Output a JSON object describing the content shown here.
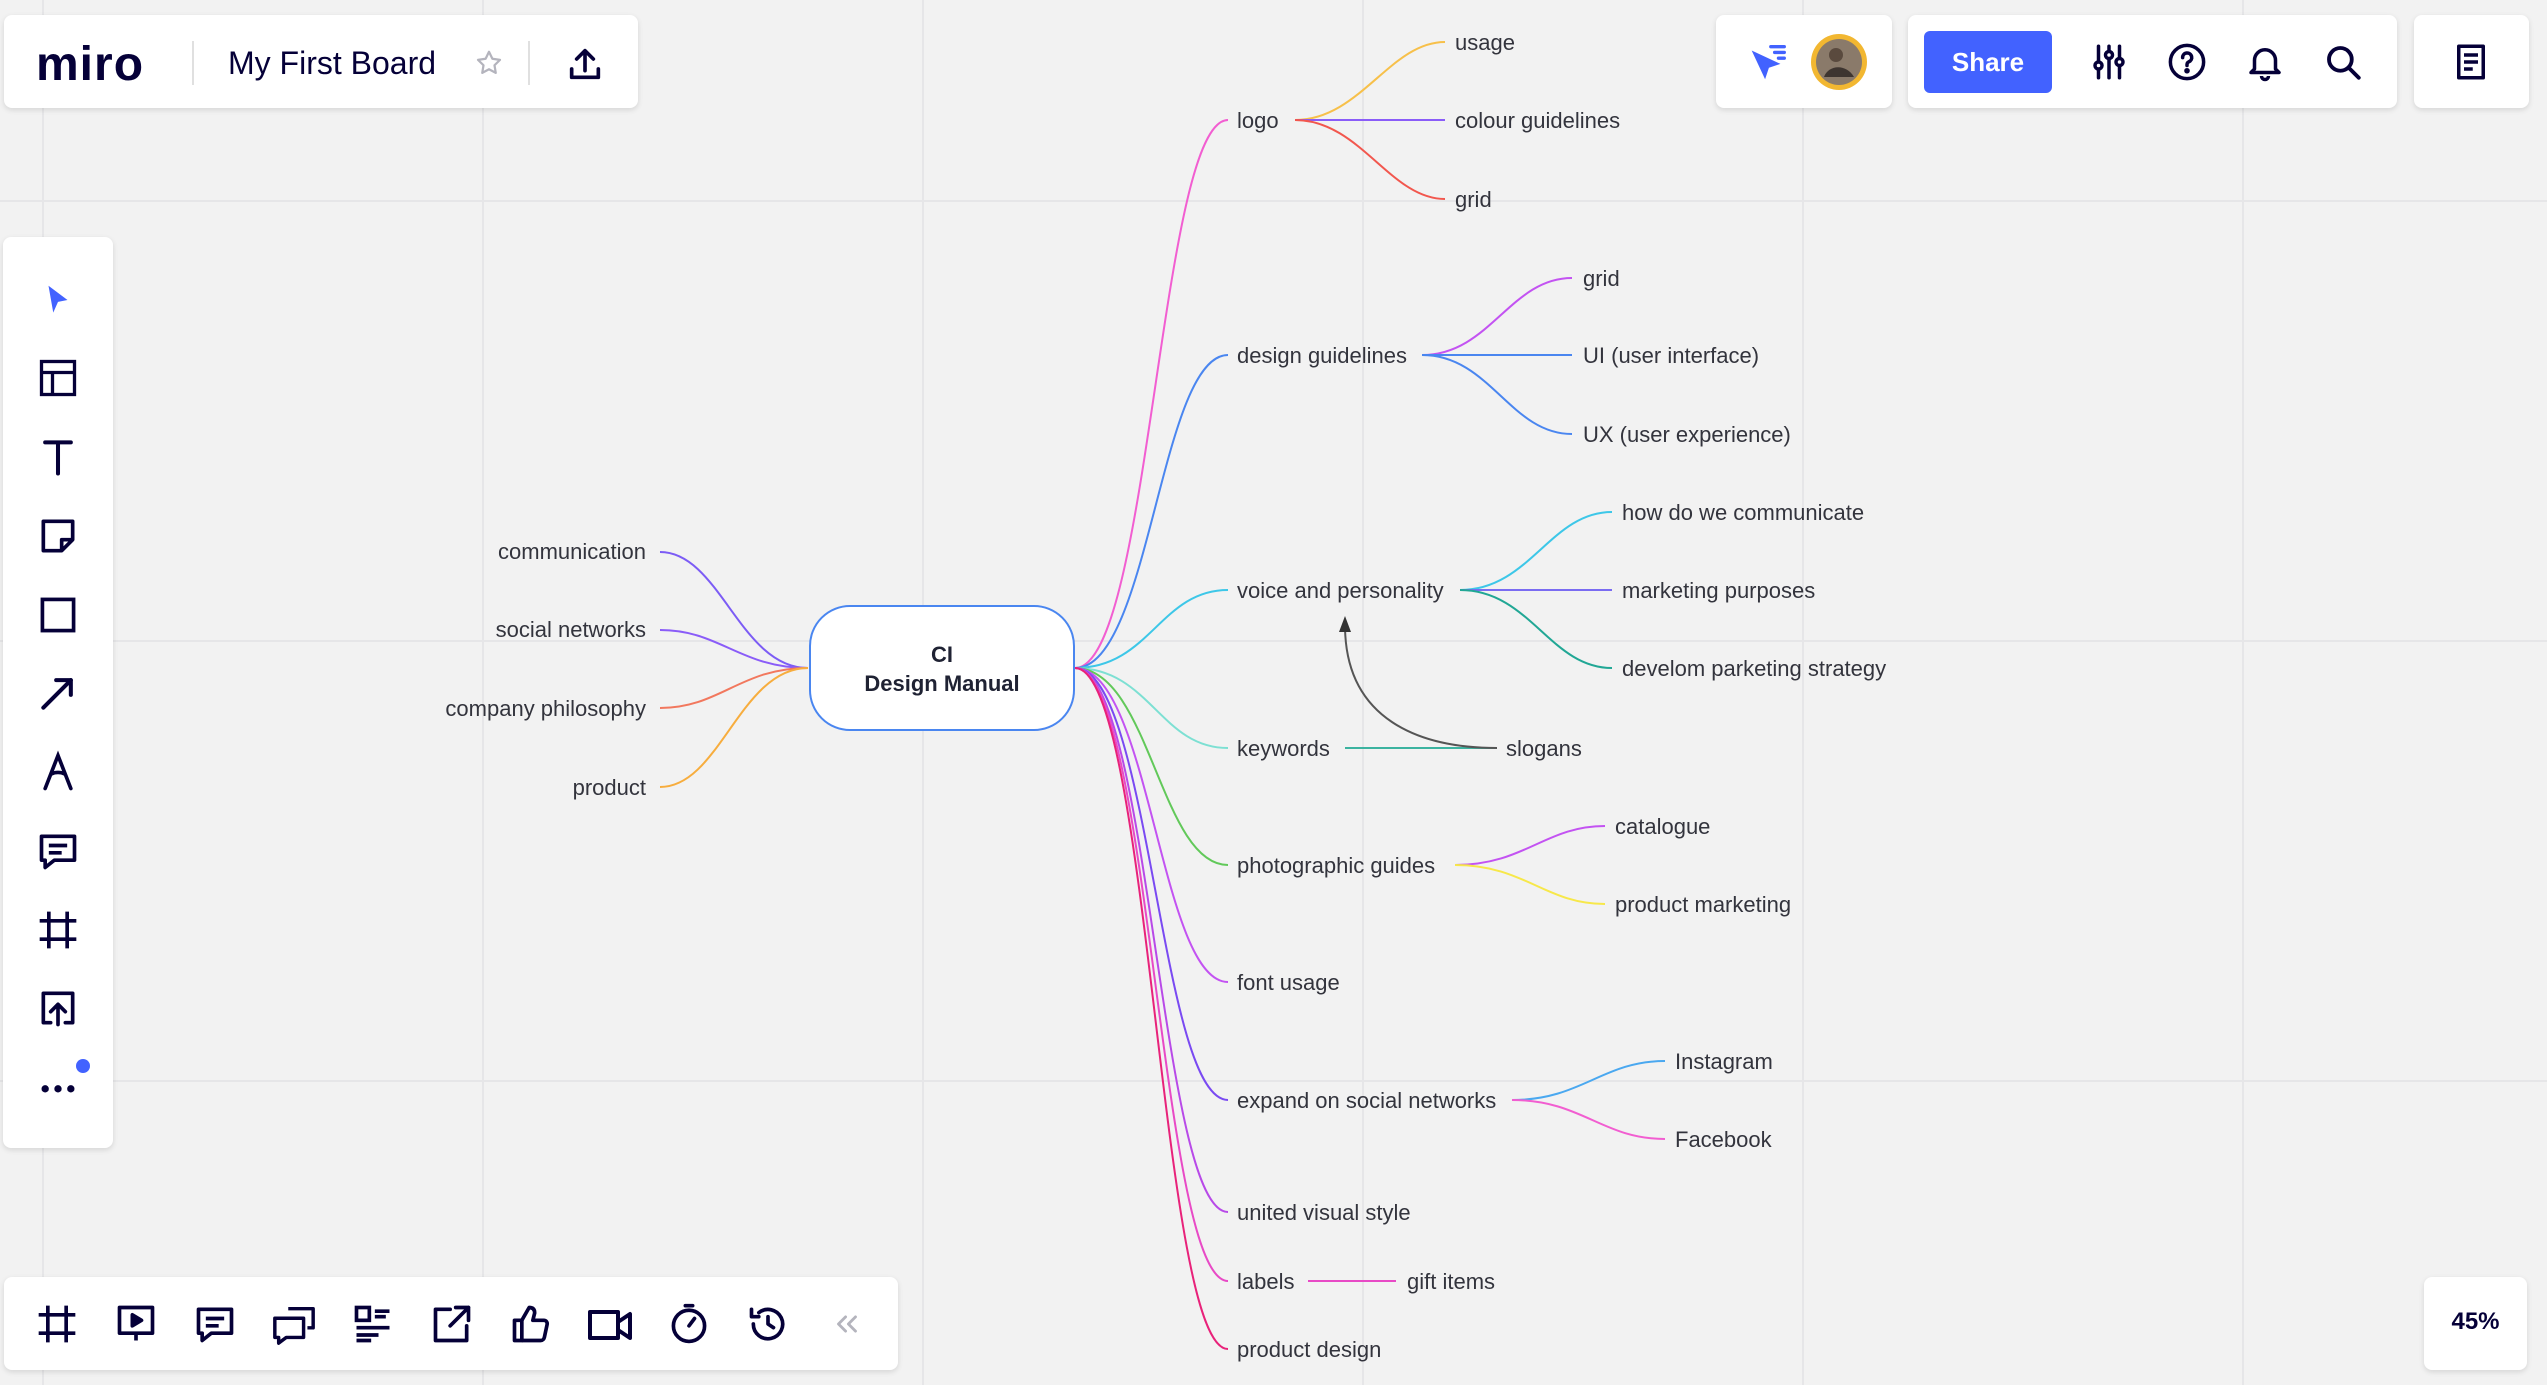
{
  "app": {
    "logo": "miro",
    "board_title": "My First Board"
  },
  "header": {
    "share_label": "Share",
    "icons": [
      "star-icon",
      "export-icon",
      "cursor-filter-icon",
      "avatar",
      "settings-sliders-icon",
      "help-icon",
      "bell-icon",
      "search-icon",
      "notes-icon"
    ]
  },
  "toolbar": {
    "tools": [
      "select-tool",
      "templates-tool",
      "text-tool",
      "sticky-note-tool",
      "shape-tool",
      "arrow-tool",
      "pen-tool",
      "comment-tool",
      "frame-tool",
      "upload-tool",
      "more-tools"
    ]
  },
  "bottom_bar": {
    "tools": [
      "frames-icon",
      "presentation-icon",
      "comments-icon",
      "chat-icon",
      "cards-icon",
      "share-screen-icon",
      "voting-icon",
      "video-icon",
      "timer-icon",
      "activity-icon",
      "collapse-icon"
    ]
  },
  "zoom": {
    "label": "45%"
  },
  "colors": {
    "accent": "#4262ff",
    "central_border": "#4a86f0",
    "branch": {
      "communication": "#7c5cf5",
      "social_networks": "#8a5cf8",
      "company_philosophy": "#f2785e",
      "product": "#f7ad3e",
      "logo": "#f25ed1",
      "design_guidelines": "#4a86f0",
      "voice": "#3dc7e8",
      "keywords": "#7de0d3",
      "photographic": "#62c95a",
      "font_usage": "#c353f2",
      "expand_social": "#7a4af2",
      "united": "#b84ae8",
      "labels": "#e84ac6",
      "product_design": "#e8227a"
    }
  },
  "mindmap": {
    "central": {
      "line1": "CI",
      "line2": "Design Manual"
    },
    "left": [
      "communication",
      "social networks",
      "company philosophy",
      "product"
    ],
    "right": {
      "logo": {
        "label": "logo",
        "children": [
          "usage",
          "colour guidelines",
          "grid"
        ]
      },
      "design_guidelines": {
        "label": "design guidelines",
        "children": [
          "grid",
          "UI (user interface)",
          "UX (user experience)"
        ]
      },
      "voice": {
        "label": "voice and personality",
        "children": [
          "how do we communicate",
          "marketing purposes",
          "develom parketing strategy"
        ]
      },
      "keywords": {
        "label": "keywords",
        "children": [
          "slogans"
        ]
      },
      "photographic": {
        "label": "photographic guides",
        "children": [
          "catalogue",
          "product marketing"
        ]
      },
      "font_usage": {
        "label": "font usage"
      },
      "expand_social": {
        "label": "expand on social networks",
        "children": [
          "Instagram",
          "Facebook"
        ]
      },
      "united": {
        "label": "united visual style"
      },
      "labels": {
        "label": "labels",
        "children": [
          "gift items"
        ]
      },
      "product_design": {
        "label": "product design"
      }
    }
  }
}
